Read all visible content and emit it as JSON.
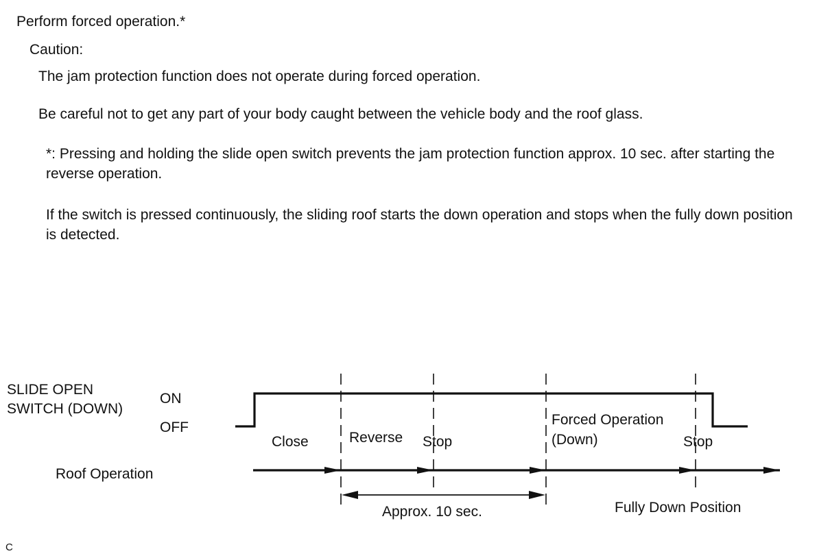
{
  "instructions": {
    "step": "Perform forced operation.*",
    "caution_heading": "Caution:",
    "caution_1": "The jam protection function does not operate during forced operation.",
    "caution_2": "Be careful not to get any part of your body caught between the vehicle body and the roof glass.",
    "note_1": "*: Pressing and holding the slide open switch prevents the jam protection function approx. 10 sec. after starting the reverse operation.",
    "note_2": "If the switch is pressed continuously, the sliding roof starts the down operation and stops when the fully down position is detected."
  },
  "diagram": {
    "switch_label_line1": "SLIDE OPEN",
    "switch_label_line2": "SWITCH (DOWN)",
    "on_label": "ON",
    "off_label": "OFF",
    "roof_label": "Roof Operation",
    "phases": {
      "close": "Close",
      "reverse": "Reverse",
      "stop1": "Stop",
      "forced_line1": "Forced Operation",
      "forced_line2": "(Down)",
      "stop2": "Stop"
    },
    "duration_label": "Approx. 10 sec.",
    "position_label": "Fully Down Position",
    "figure_code": "C"
  }
}
